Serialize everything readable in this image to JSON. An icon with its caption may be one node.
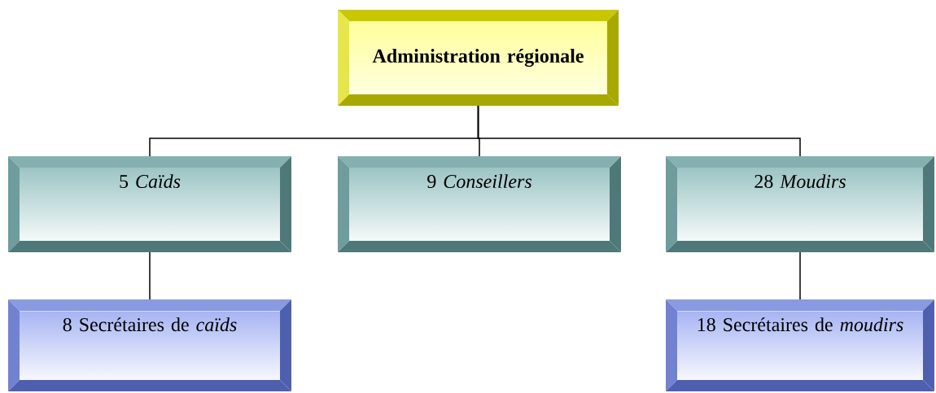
{
  "diagram": {
    "nodes": [
      {
        "text": [
          "Administration régionale"
        ]
      },
      {
        "text": [
          "5 *Caïds*"
        ]
      },
      {
        "text": [
          "9 *Conseillers*"
        ]
      },
      {
        "text": [
          "28 *Moudirs*"
        ]
      },
      {
        "text": [
          "8 Secrétaires de *caïds*"
        ]
      },
      {
        "text": [
          "18 Secrétaires de *moudirs*"
        ]
      }
    ],
    "edges": [
      {
        "from": 0,
        "to": 1,
        "arrow": "none"
      },
      {
        "from": 0,
        "to": 2,
        "arrow": "none"
      },
      {
        "from": 0,
        "to": 3,
        "arrow": "none"
      },
      {
        "from": 1,
        "to": 4,
        "arrow": "none"
      },
      {
        "from": 3,
        "to": 5,
        "arrow": "none"
      }
    ]
  }
}
